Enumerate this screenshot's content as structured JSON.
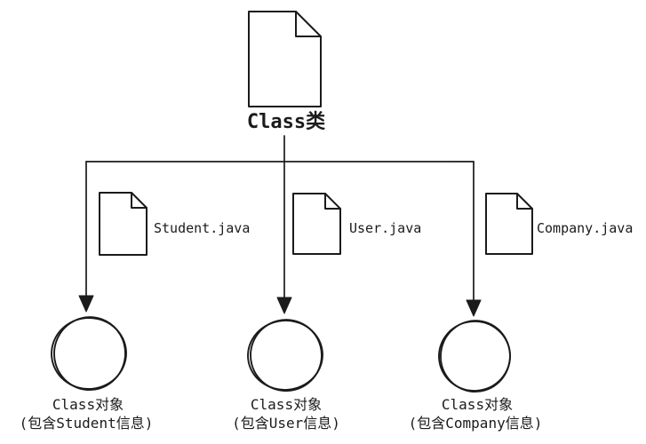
{
  "colors": {
    "stroke": "#1b1b1b",
    "background": "#ffffff"
  },
  "root_file": {
    "label": "Class类",
    "icon": "document-icon"
  },
  "branches": [
    {
      "file_label": "Student.java",
      "file_icon": "document-icon",
      "object_icon": "sketch-circle",
      "object_line1": "Class对象",
      "object_line2": "(包含Student信息)"
    },
    {
      "file_label": "User.java",
      "file_icon": "document-icon",
      "object_icon": "sketch-circle",
      "object_line1": "Class对象",
      "object_line2": "(包含User信息)"
    },
    {
      "file_label": "Company.java",
      "file_icon": "document-icon",
      "object_icon": "sketch-circle",
      "object_line1": "Class对象",
      "object_line2": "(包含Company信息)"
    }
  ]
}
